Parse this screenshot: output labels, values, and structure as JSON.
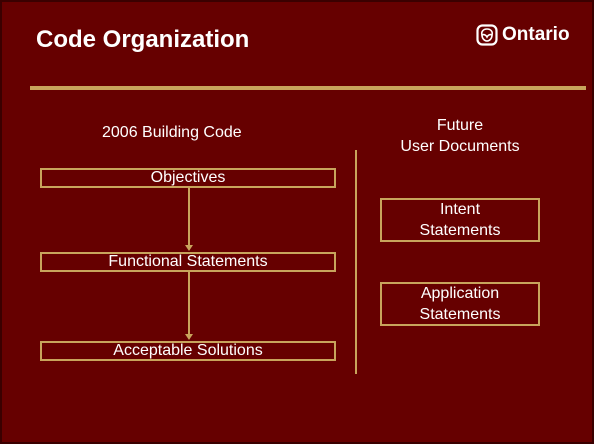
{
  "slide": {
    "title": "Code Organization",
    "logo_text": "Ontario",
    "left": {
      "heading": "2006 Building Code",
      "boxes": [
        "Objectives",
        "Functional Statements",
        "Acceptable Solutions"
      ]
    },
    "right": {
      "heading_line1": "Future",
      "heading_line2": "User Documents",
      "boxes": [
        {
          "line1": "Intent",
          "line2": "Statements"
        },
        {
          "line1": "Application",
          "line2": "Statements"
        }
      ]
    }
  },
  "colors": {
    "background": "#660000",
    "accent": "#c8a45c",
    "text": "#ffffff"
  }
}
